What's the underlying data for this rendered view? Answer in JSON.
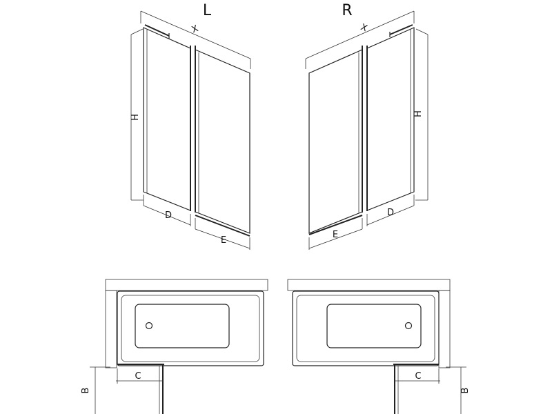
{
  "views": {
    "left": {
      "title": "L",
      "width_label": "X",
      "height_label": "H",
      "fixed_label": "D",
      "door_label": "E"
    },
    "right": {
      "title": "R",
      "width_label": "X",
      "height_label": "H",
      "fixed_label": "D",
      "door_label": "E"
    }
  },
  "plans": {
    "left": {
      "depth_label": "B",
      "panel_label": "C"
    },
    "right": {
      "depth_label": "B",
      "panel_label": "C"
    }
  }
}
